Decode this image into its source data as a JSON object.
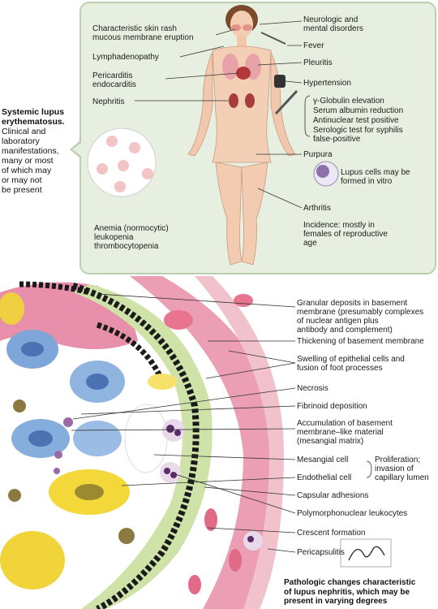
{
  "side_note": {
    "title_line1": "Systemic lupus",
    "title_line2": "erythematosus.",
    "body_lines": [
      "Clinical and",
      "laboratory",
      "manifestations,",
      "many or most",
      "of which may",
      "or may not",
      "be present"
    ]
  },
  "upper_left_labels": [
    "Characteristic skin rash",
    "mucous membrane eruption",
    "Lymphadenopathy",
    "Pericarditis",
    "endocarditis",
    "Nephritis"
  ],
  "upper_right_labels": {
    "neuro_1": "Neurologic and",
    "neuro_2": "mental disorders",
    "fever": "Fever",
    "pleuritis": "Pleuritis",
    "hypertension": "Hypertension",
    "lab_1": "γ-Globulin elevation",
    "lab_2": "Serum albumin reduction",
    "lab_3": "Antinuclear test positive",
    "lab_4": "Serologic test for syphilis",
    "lab_5": "false-positive",
    "purpura": "Purpura",
    "lupus_cells_1": "Lupus cells may be",
    "lupus_cells_2": "formed in vitro",
    "arthritis": "Arthritis",
    "incidence_1": "Incidence: mostly in",
    "incidence_2": "females of reproductive",
    "incidence_3": "age"
  },
  "anemia_labels": [
    "Anemia (normocytic)",
    "leukopenia",
    "thrombocytopenia"
  ],
  "histology_labels": {
    "granular_1": "Granular deposits in basement",
    "granular_2": "membrane (presumably complexes",
    "granular_3": "of nuclear antigen plus",
    "granular_4": "antibody and complement)",
    "thickening": "Thickening of basement membrane",
    "swelling_1": "Swelling of epithelial cells and",
    "swelling_2": "fusion of foot processes",
    "necrosis": "Necrosis",
    "fibrinoid": "Fibrinoid deposition",
    "accum_1": "Accumulation of basement",
    "accum_2": "membrane–like material",
    "accum_3": "(mesangial matrix)",
    "mesangial": "Mesangial cell",
    "endothelial": "Endothelial cell",
    "prolif_1": "Proliferation;",
    "prolif_2": "invasion of",
    "prolif_3": "capillary lumen",
    "capsular": "Capsular adhesions",
    "pmn": "Polymorphonuclear leukocytes",
    "crescent": "Crescent formation",
    "pericapsulitis": "Pericapsulitis"
  },
  "signature": "F. Netter M.D.",
  "bottom_caption": {
    "line1": "Pathologic changes characteristic",
    "line2": "of lupus nephritis, which may be",
    "line3": "present in varying degrees"
  }
}
